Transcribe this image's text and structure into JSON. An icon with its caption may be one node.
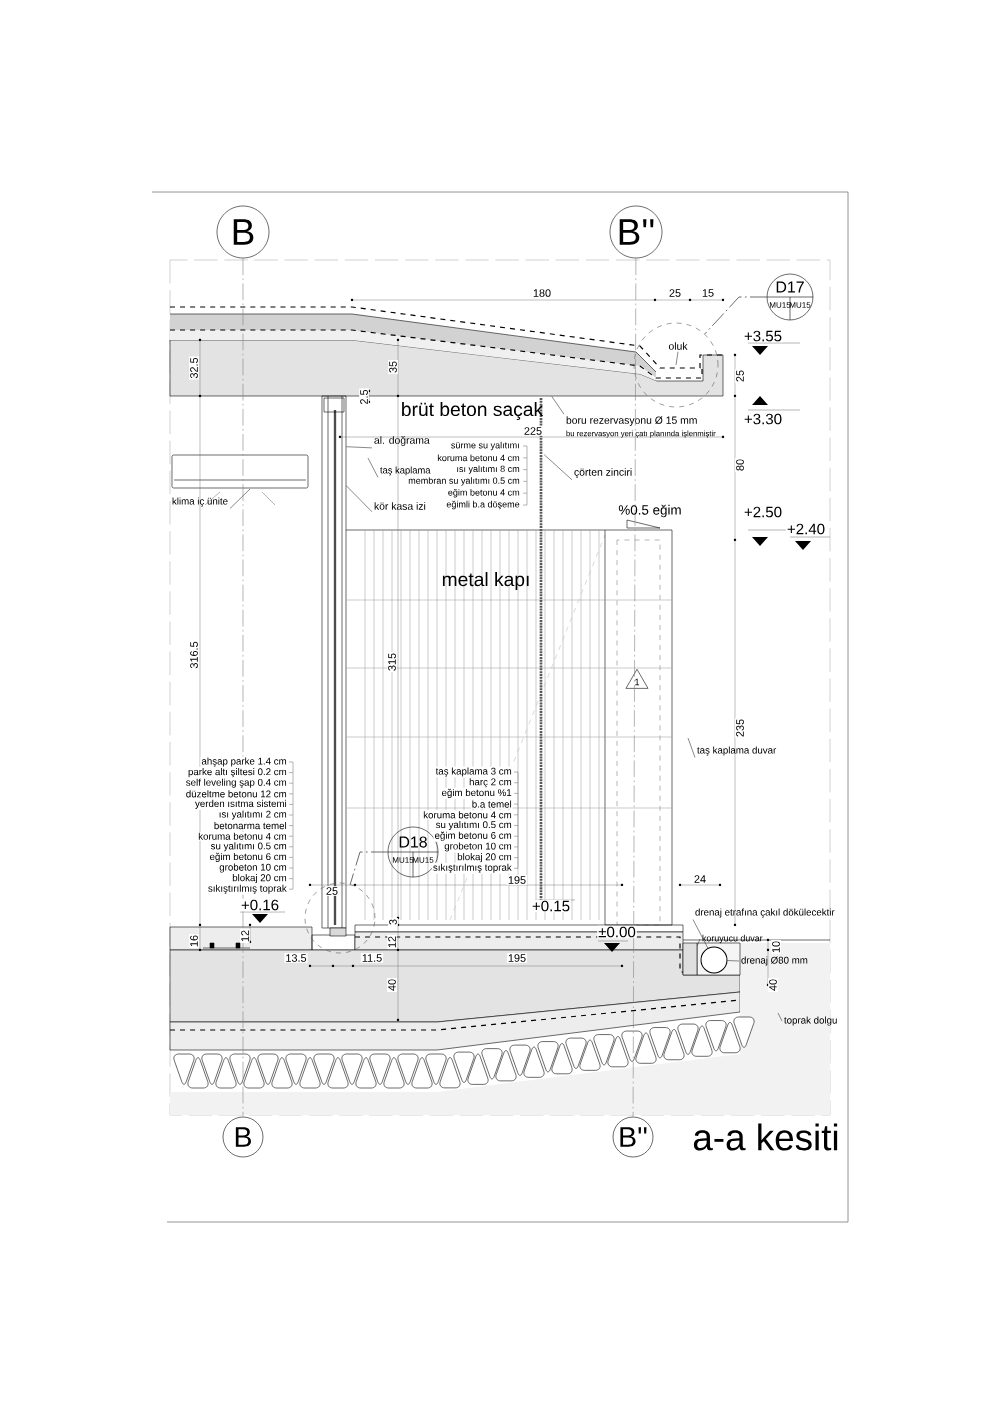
{
  "diagram": {
    "title": "a-a kesiti",
    "nodes": [
      {
        "text": [
          "B"
        ]
      },
      {
        "text": [
          "B''"
        ]
      },
      {
        "text": [
          "B"
        ]
      },
      {
        "text": [
          "B''"
        ]
      },
      {
        "text": [
          "D17",
          "MU15",
          "MU15"
        ]
      },
      {
        "text": [],
        "shape": "circle"
      },
      {
        "text": [
          "D18",
          "MU15",
          "MU15"
        ]
      },
      {
        "text": [],
        "shape": "circle"
      },
      {
        "text": [
          "1"
        ]
      },
      {
        "text": [
          "klima iç ünite"
        ]
      },
      {
        "text": [
          "al. doğrama"
        ]
      },
      {
        "text": [
          "taş kaplama"
        ]
      },
      {
        "text": [
          "kör kasa izi"
        ]
      },
      {
        "text": [
          "çörten zinciri"
        ]
      },
      {
        "text": [
          "boru rezervasyonu Ø 15 mm",
          "bu rezervasyon yeri çatı planında işlenmiştir"
        ]
      },
      {
        "text": [
          "oluk"
        ],
        "in": 5
      },
      {
        "text": [
          "taş kaplama duvar"
        ]
      },
      {
        "text": [
          "drenaj etrafına çakıl dökülecektir"
        ]
      },
      {
        "text": [
          "koruyucu duvar"
        ]
      },
      {
        "text": [
          "drenaj Ø80 mm"
        ]
      },
      {
        "text": [
          "toprak dolgu"
        ]
      },
      {
        "text": [],
        "shape": "box"
      },
      {
        "text": [],
        "shape": "chain"
      },
      {
        "text": [],
        "shape": "box"
      },
      {
        "text": [],
        "shape": "circle"
      },
      {
        "text": [],
        "shape": "box"
      }
    ],
    "edges": [
      {
        "from": 0,
        "to": 2,
        "arrow": "none",
        "style": "dashed"
      },
      {
        "from": 1,
        "to": 3,
        "arrow": "none",
        "style": "dashed"
      },
      {
        "from": 4,
        "to": 5,
        "arrow": "none",
        "style": "dashed"
      },
      {
        "from": 6,
        "to": 7,
        "arrow": "none",
        "style": "dashed"
      },
      {
        "from": 9,
        "to": null,
        "arrow": "none"
      },
      {
        "from": 10,
        "to": 23,
        "arrow": "none"
      },
      {
        "from": 11,
        "to": null,
        "arrow": "none"
      },
      {
        "from": 12,
        "to": 23,
        "arrow": "none"
      },
      {
        "from": 13,
        "to": 22,
        "arrow": "none"
      },
      {
        "from": 14,
        "to": 21,
        "arrow": "none"
      },
      {
        "from": 15,
        "to": 5,
        "arrow": "none"
      },
      {
        "from": 16,
        "to": null,
        "arrow": "none"
      },
      {
        "from": 17,
        "to": 24,
        "arrow": "none"
      },
      {
        "from": 18,
        "to": 25,
        "arrow": "none"
      },
      {
        "from": 19,
        "to": 24,
        "arrow": "none"
      },
      {
        "from": 20,
        "to": null,
        "arrow": "none"
      }
    ],
    "labels": [
      "180",
      "25",
      "15",
      "+3.55",
      "32.5",
      "35",
      "25",
      "2.5",
      "+3.30",
      "brüt beton saçak",
      "225",
      "sürme su yalıtımı",
      "koruma betonu 4 cm",
      "ısı yalıtımı 8 cm",
      "membran su yalıtımı 0.5 cm",
      "eğim betonu 4 cm",
      "eğimli b.a döşeme",
      "80",
      "%0.5 eğim",
      "+2.50",
      "+2.40",
      "metal kapı",
      "316.5",
      "315",
      "235",
      "ahşap parke 1.4 cm",
      "parke altı şiltesi 0.2 cm",
      "self leveling şap 0.4 cm",
      "düzeltme betonu 12 cm",
      "yerden ısıtma sistemi",
      "ısı yalıtımı 2 cm",
      "betonarma temel",
      "koruma betonu 4 cm",
      "su yalıtımı 0.5 cm",
      "eğim betonu 6 cm",
      "grobeton 10 cm",
      "blokaj 20 cm",
      "sıkıştırılmış toprak",
      "taş kaplama 3 cm",
      "harç 2 cm",
      "eğim betonu %1",
      "b.a temel",
      "koruma betonu 4 cm",
      "su yalıtımı 0.5 cm",
      "eğim betonu 6 cm",
      "grobeton 10 cm",
      "blokaj 20 cm",
      "sıkıştırılmış toprak",
      "195",
      "25",
      "24",
      "+0.16",
      "+0.15",
      "3",
      "±0.00",
      "16",
      "12",
      "12",
      "10",
      "13.5",
      "11.5",
      "195",
      "40",
      "40"
    ]
  }
}
